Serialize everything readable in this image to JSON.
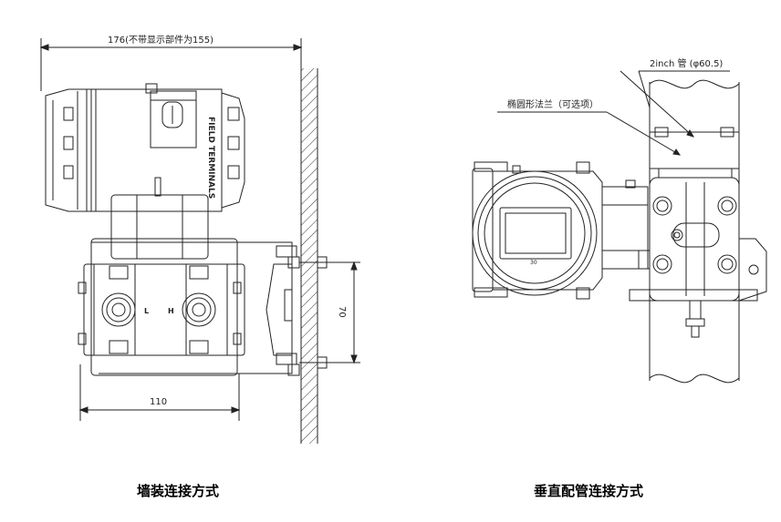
{
  "left_drawing": {
    "dim_top": "176(不带显示部件为155)",
    "dim_bottom": "110",
    "dim_right": "70",
    "housing_label": "FIELD TERMINALS",
    "port_l": "L",
    "port_h": "H",
    "caption": "墙装连接方式"
  },
  "right_drawing": {
    "pipe_label": "2inch 管 (φ60.5)",
    "flange_label": "椭圆形法兰（可选项）",
    "display_text": "30",
    "caption": "垂直配管连接方式"
  }
}
